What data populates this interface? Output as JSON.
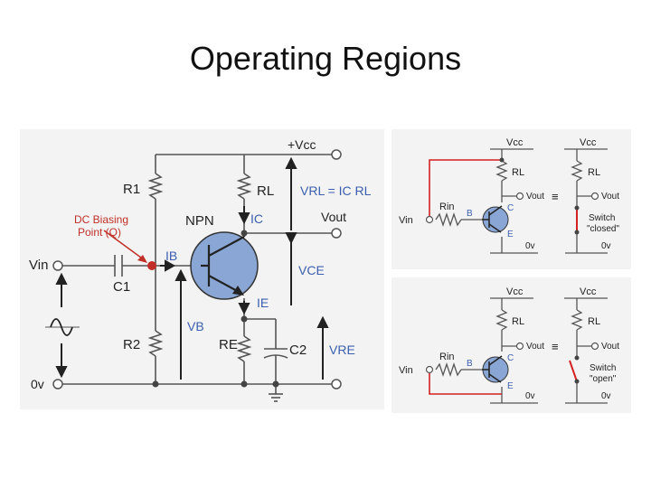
{
  "slide": {
    "title": "Operating Regions"
  },
  "main_circuit": {
    "vcc": "+Vcc",
    "r1": "R1",
    "rl": "RL",
    "vrl_eq": "VRL = IC RL",
    "ic": "IC",
    "npn": "NPN",
    "vout": "Vout",
    "dc_bias_1": "DC Biasing",
    "dc_bias_2": "Point (Q)",
    "ib": "IB",
    "vin": "Vin",
    "c1": "C1",
    "vce": "VCE",
    "ie": "IE",
    "vb": "VB",
    "r2": "R2",
    "re": "RE",
    "c2": "C2",
    "vre": "VRE",
    "zero_v": "0v"
  },
  "panel_closed": {
    "vcc_a": "Vcc",
    "vcc_b": "Vcc",
    "rl_a": "RL",
    "rl_b": "RL",
    "rin": "Rin",
    "b": "B",
    "c": "C",
    "e": "E",
    "vin": "Vin",
    "vout_a": "Vout",
    "vout_b": "Vout",
    "equiv": "≡",
    "switch_1": "Switch",
    "switch_2": "\"closed\"",
    "zero_a": "0v",
    "zero_b": "0v"
  },
  "panel_open": {
    "vcc_a": "Vcc",
    "vcc_b": "Vcc",
    "rl_a": "RL",
    "rl_b": "RL",
    "rin": "Rin",
    "b": "B",
    "c": "C",
    "e": "E",
    "vin": "Vin",
    "vout_a": "Vout",
    "vout_b": "Vout",
    "equiv": "≡",
    "switch_1": "Switch",
    "switch_2": "\"open\"",
    "zero_a": "0v",
    "zero_b": "0v"
  },
  "colors": {
    "label_blue": "#3b5fb0",
    "wire_red": "#d42020",
    "bias_red": "#c03028",
    "panel_bg": "#f3f3f3"
  }
}
